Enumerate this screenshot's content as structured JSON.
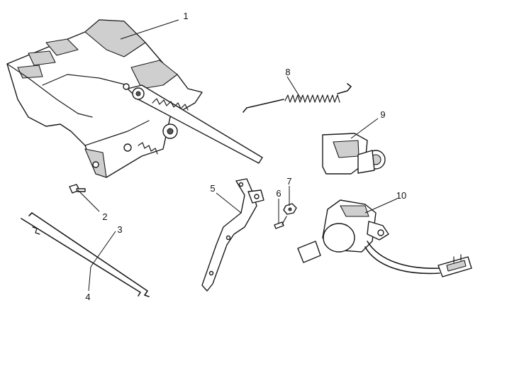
{
  "callouts": [
    {
      "id": "1",
      "label": "1"
    },
    {
      "id": "2",
      "label": "2"
    },
    {
      "id": "3",
      "label": "3"
    },
    {
      "id": "4",
      "label": "4"
    },
    {
      "id": "5",
      "label": "5"
    },
    {
      "id": "6",
      "label": "6"
    },
    {
      "id": "7",
      "label": "7"
    },
    {
      "id": "8",
      "label": "8"
    },
    {
      "id": "9",
      "label": "9"
    },
    {
      "id": "10",
      "label": "10"
    }
  ],
  "colors": {
    "line": "#1a1a1a",
    "shade": "#cfcfcf",
    "background": "#ffffff"
  }
}
